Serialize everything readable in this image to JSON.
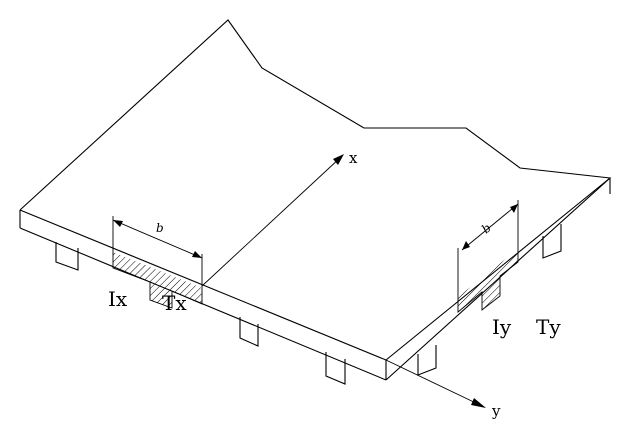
{
  "labels": {
    "axis_x": "x",
    "axis_y": "y",
    "dim_width": "b",
    "dim_width_right": "b",
    "ix": "Ix",
    "tx": "Tx",
    "iy": "Iy",
    "ty": "Ty"
  }
}
